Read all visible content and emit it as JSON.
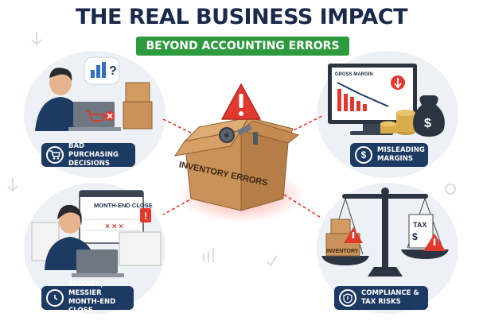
{
  "header": {
    "title": "THE REAL BUSINESS IMPACT",
    "subtitle": "BEYOND ACCOUNTING ERRORS"
  },
  "center": {
    "box_label": "INVENTORY ERRORS",
    "icon": "warning-icon"
  },
  "impacts": [
    {
      "label": "BAD PURCHASING DECISIONS",
      "icon": "shopping-cart-icon"
    },
    {
      "label": "MISLEADING MARGINS",
      "icon": "dollar-icon"
    },
    {
      "label": "SLOWER, MESSIER MONTH-END CLOSE",
      "icon": "clock-icon"
    },
    {
      "label": "COMPLIANCE & TAX RISKS",
      "icon": "shield-icon"
    }
  ],
  "illustrations": {
    "gross_margin_title": "GROSS MARGIN",
    "calendar_title": "MONTH-END CLOSE",
    "scale_left_label": "INVENTORY",
    "scale_right_label": "TAX"
  },
  "colors": {
    "navy": "#1d3a63",
    "green": "#2e9a3e",
    "red": "#e03a2f",
    "cardboard": "#c9925a"
  }
}
